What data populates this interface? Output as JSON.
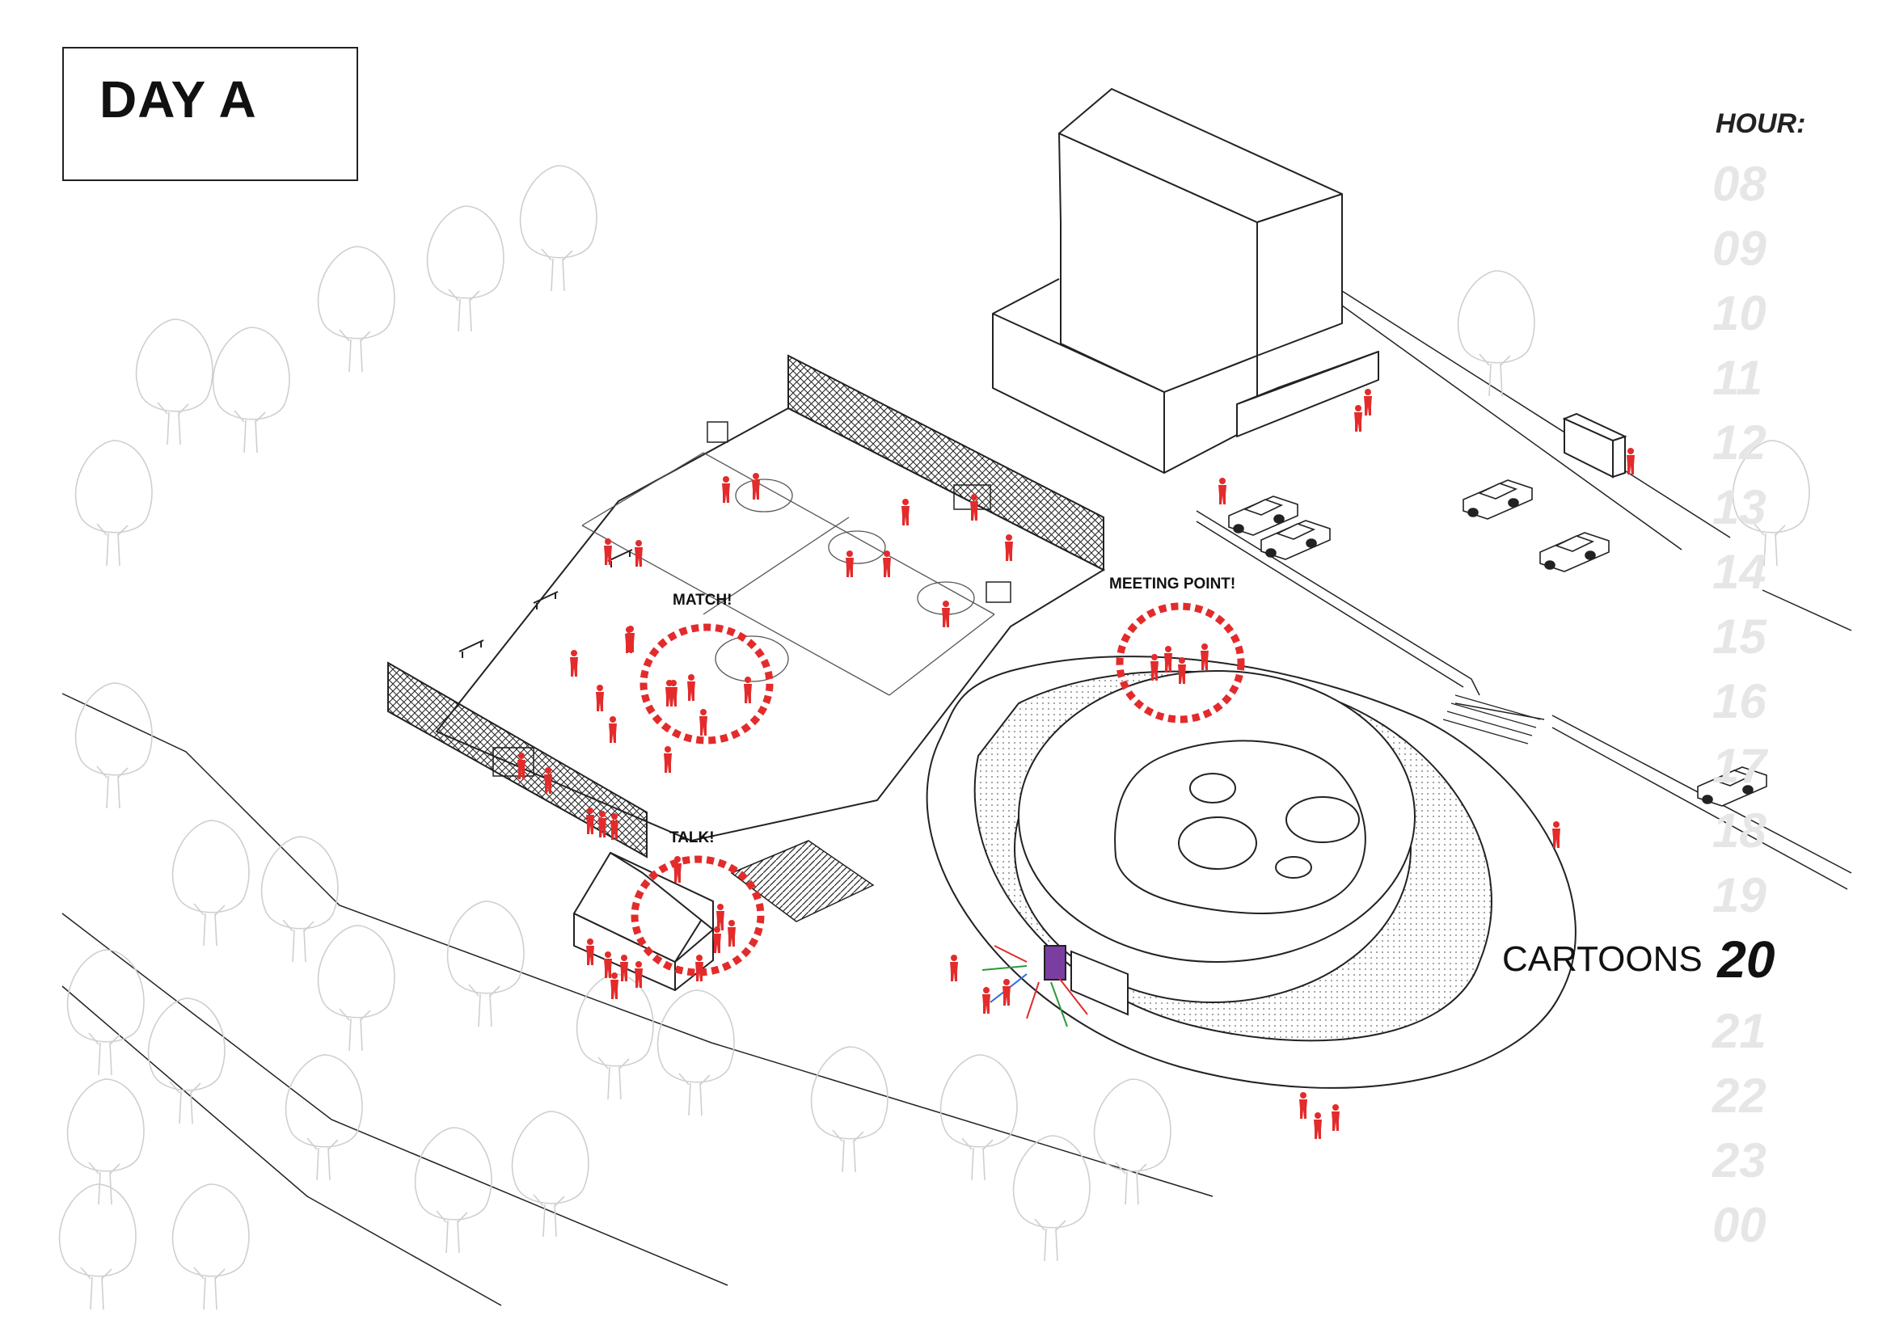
{
  "title": "DAY A",
  "timeline": {
    "label": "HOUR:",
    "hours_before": [
      "08",
      "09",
      "10",
      "11",
      "12",
      "13",
      "14",
      "15",
      "16",
      "17",
      "18",
      "19"
    ],
    "active_event": {
      "name": "CARTOONS",
      "hour": "20"
    },
    "hours_after": [
      "21",
      "22",
      "23",
      "00"
    ]
  },
  "annotations": {
    "match": "MATCH!",
    "meeting_point": "MEETING POINT!",
    "talk": "TALK!"
  },
  "colors": {
    "people": "#e32b2b",
    "highlight_circle": "#e32b2b",
    "trees": "#cfcfcf",
    "linework": "#1a1a1a",
    "inactive_hours": "#e6e6e6"
  }
}
